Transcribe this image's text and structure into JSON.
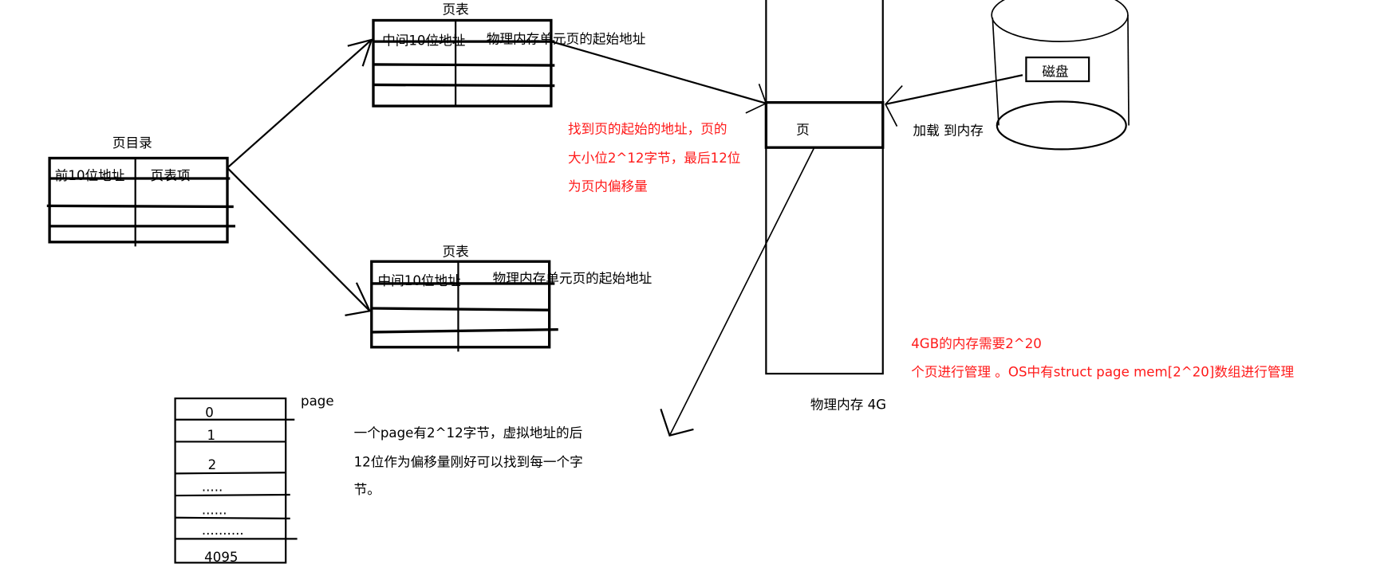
{
  "page_table_top": {
    "title": "页表",
    "col1": "中间10位地址",
    "col2": "物理内存单元页的起始地址"
  },
  "page_directory": {
    "title": "页目录",
    "col1": "前10位地址",
    "col2": "页表项"
  },
  "page_table_bottom": {
    "title": "页表",
    "col1": "中间10位地址",
    "col2": "物理内存单元页的起始地址"
  },
  "physical_memory": {
    "page_label": "页",
    "label": "物理内存 4G"
  },
  "disk": {
    "label": "磁盘",
    "load_label": "加载 到内存"
  },
  "notes": {
    "page_start": [
      "找到页的起始的地址，页的",
      "大小位2^12字节，最后12位",
      "为页内偏移量"
    ],
    "memory_mgmt": [
      "4GB的内存需要2^20",
      "个页进行管理 。OS中有struct page mem[2^20]数组进行管理"
    ],
    "page_bytes": [
      "一个page有2^12字节，虚拟地址的后",
      "12位作为偏移量刚好可以找到每一个字",
      "节。"
    ]
  },
  "page_block": {
    "title": "page",
    "rows": [
      "0",
      "1",
      "2",
      ".....",
      "......",
      "..........",
      "4095"
    ]
  },
  "colors": {
    "note_red": "#ff1a1a",
    "ink": "#000000"
  }
}
